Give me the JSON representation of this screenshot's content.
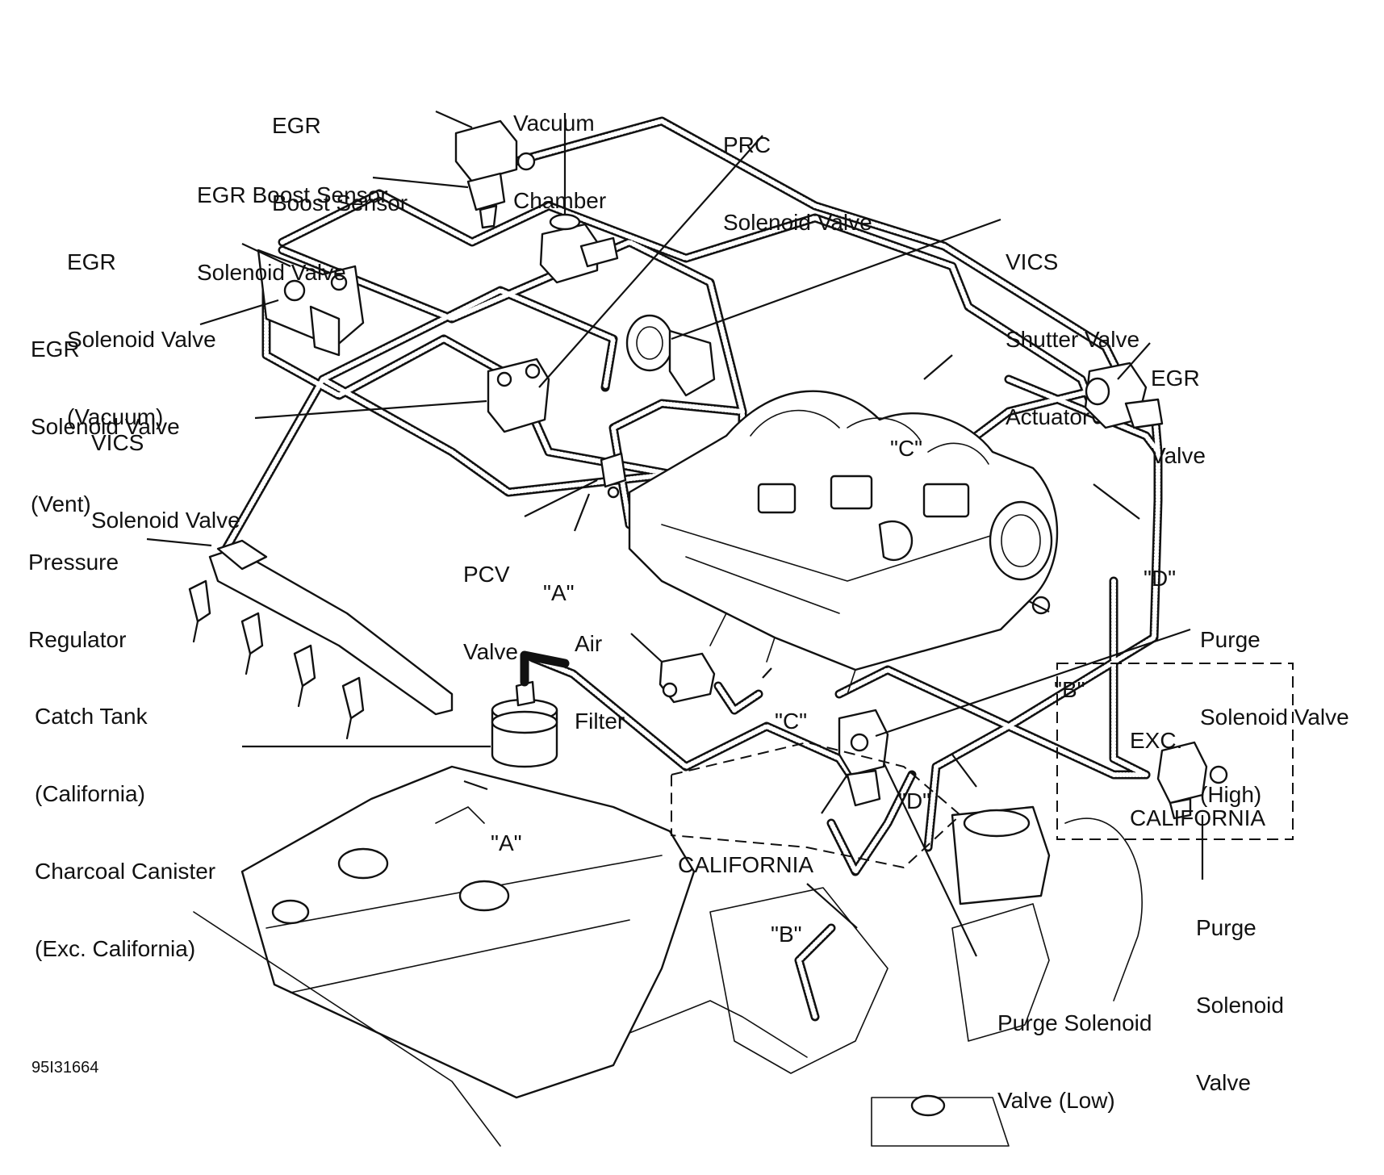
{
  "labels": {
    "egr_boost_sensor": [
      "EGR",
      "Boost Sensor"
    ],
    "egr_boost_sensor_solenoid": [
      "EGR Boost Sensor",
      "Solenoid Valve"
    ],
    "vacuum_chamber": [
      "Vacuum",
      "Chamber"
    ],
    "prc_solenoid": [
      "PRC",
      "Solenoid Valve"
    ],
    "egr_solenoid_vacuum": [
      "EGR",
      "Solenoid Valve",
      "(Vacuum)"
    ],
    "egr_solenoid_vent": [
      "EGR",
      "Solenoid Valve",
      "(Vent)"
    ],
    "vics_shutter": [
      "VICS",
      "Shutter Valve",
      "Actuator"
    ],
    "egr_valve": [
      "EGR",
      "Valve"
    ],
    "vics_solenoid": [
      "VICS",
      "Solenoid Valve"
    ],
    "c_upper": [
      "\"C\""
    ],
    "pressure_regulator": [
      "Pressure",
      "Regulator"
    ],
    "pcv_valve": [
      "PCV",
      "Valve"
    ],
    "a_pcv": [
      "\"A\""
    ],
    "d_upper": [
      "\"D\""
    ],
    "air_filter": [
      "Air",
      "Filter"
    ],
    "b_upper": [
      "\"B\""
    ],
    "c_lower": [
      "\"C\""
    ],
    "purge_high": [
      "Purge",
      "Solenoid Valve",
      "(High)"
    ],
    "catch_tank": [
      "Catch Tank",
      "(California)",
      "Charcoal Canister",
      "(Exc. California)"
    ],
    "exc_california": [
      "EXC.",
      "CALIFORNIA"
    ],
    "d_lower": [
      "\"D\""
    ],
    "a_lower": [
      "\"A\""
    ],
    "california": [
      "CALIFORNIA"
    ],
    "purge_solenoid": [
      "Purge",
      "Solenoid",
      "Valve"
    ],
    "b_lower": [
      "\"B\""
    ],
    "purge_low": [
      "Purge Solenoid",
      "Valve (Low)"
    ]
  },
  "figure_code": "95I31664"
}
